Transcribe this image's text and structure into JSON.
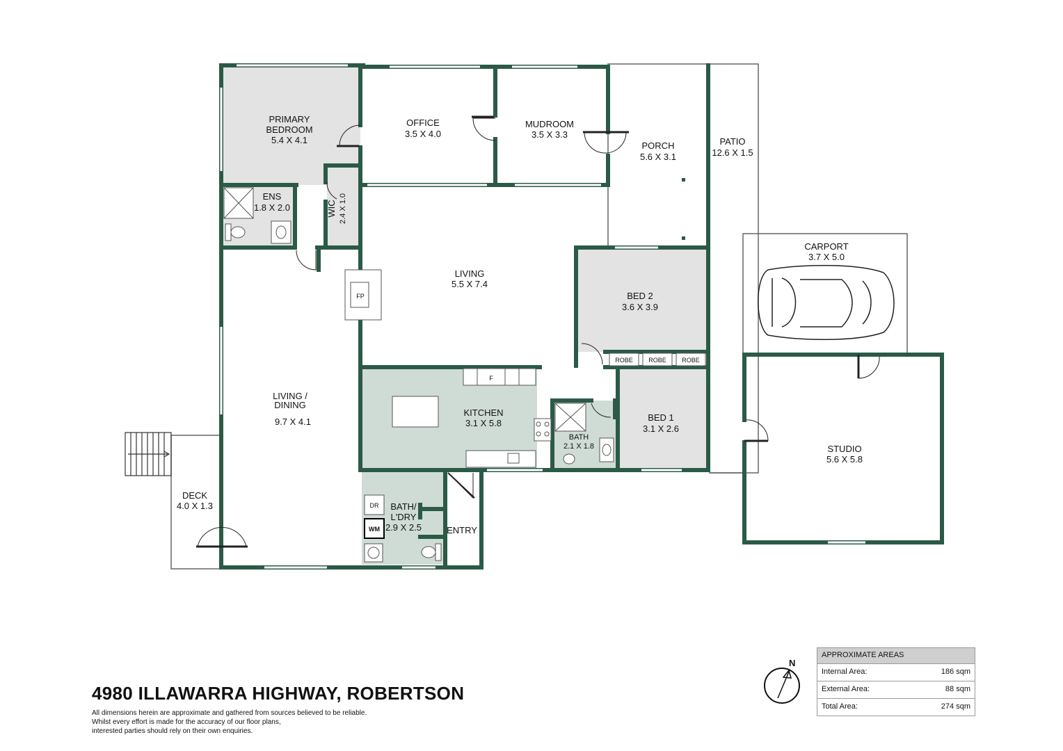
{
  "title": "4980 ILLAWARRA HIGHWAY, ROBERTSON",
  "disclaimer": [
    "All dimensions herein are approximate and gathered from sources believed to be reliable.",
    "Whilst every effort is made for the accuracy of our floor plans,",
    "interested parties should rely on their own enquiries."
  ],
  "rooms": {
    "primary_bedroom": {
      "name1": "PRIMARY",
      "name2": "BEDROOM",
      "size": "5.4 X 4.1"
    },
    "office": {
      "name": "OFFICE",
      "size": "3.5 X 4.0"
    },
    "mudroom": {
      "name": "MUDROOM",
      "size": "3.5 X 3.3"
    },
    "porch": {
      "name": "PORCH",
      "size": "5.6 X 3.1"
    },
    "patio": {
      "name": "PATIO",
      "size": "12.6 X 1.5"
    },
    "ens": {
      "name": "ENS",
      "size": "1.8 X 2.0"
    },
    "wic": {
      "name": "WIC",
      "size": "2.4 X 1.0"
    },
    "living": {
      "name": "LIVING",
      "size": "5.5 X 7.4"
    },
    "carport": {
      "name": "CARPORT",
      "size": "3.7 X 5.0"
    },
    "bed2": {
      "name": "BED 2",
      "size": "3.6 X 3.9"
    },
    "living_dining": {
      "name1": "LIVING /",
      "name2": "DINING",
      "size": "9.7 X 4.1"
    },
    "kitchen": {
      "name": "KITCHEN",
      "size": "3.1 X 5.8"
    },
    "bath": {
      "name": "BATH",
      "size": "2.1 X 1.8"
    },
    "bed1": {
      "name": "BED 1",
      "size": "3.1 X 2.6"
    },
    "studio": {
      "name": "STUDIO",
      "size": "5.6 X 5.8"
    },
    "deck": {
      "name": "DECK",
      "size": "4.0 X 1.3"
    },
    "bath_ldry": {
      "name1": "BATH/",
      "name2": "L'DRY",
      "size": "2.9 X 2.5"
    },
    "entry": {
      "name": "ENTRY"
    }
  },
  "fixtures": {
    "fireplace": "FP",
    "fridge": "F",
    "robe": "ROBE",
    "dryer": "DR",
    "washer": "WM"
  },
  "areas": {
    "header": "APPROXIMATE AREAS",
    "rows": [
      {
        "label": "Internal Area:",
        "value": "186 sqm"
      },
      {
        "label": "External Area:",
        "value": "88 sqm"
      },
      {
        "label": "Total Area:",
        "value": "274 sqm"
      }
    ]
  },
  "compass": {
    "north": "N"
  },
  "colors": {
    "wall": "#2b5a47",
    "grey_room": "#e3e3e3",
    "green_room": "#cfdcd5",
    "outline": "#666666"
  }
}
